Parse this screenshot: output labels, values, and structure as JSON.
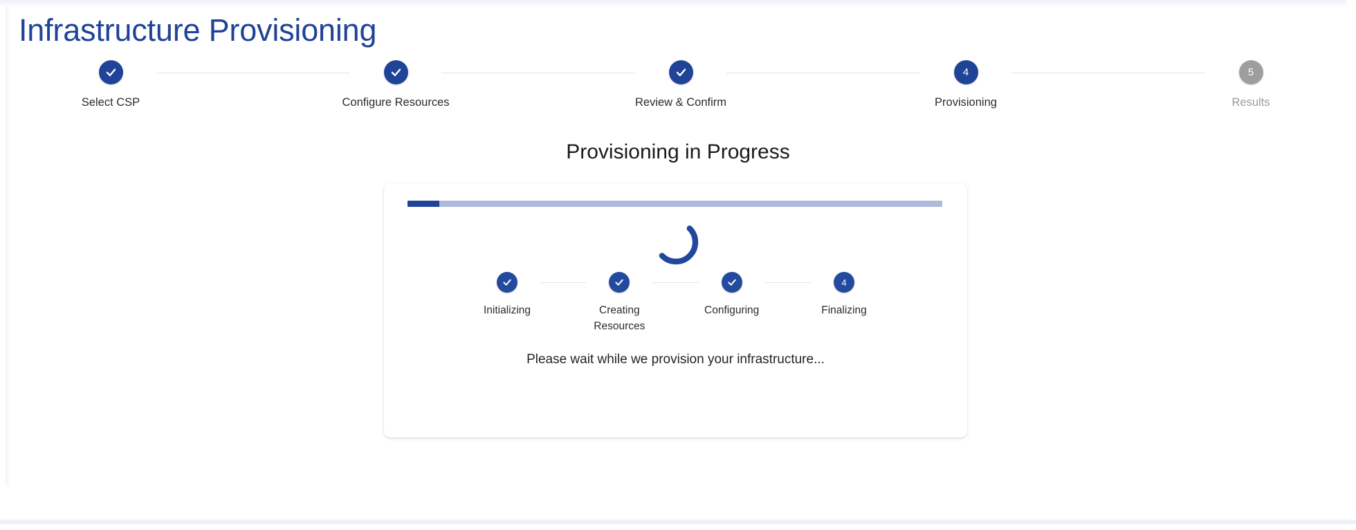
{
  "page": {
    "title": "Infrastructure Provisioning",
    "accent_color": "#1f4396",
    "pending_color": "#9e9e9e"
  },
  "wizard": {
    "steps": [
      {
        "index": "1",
        "label": "Select CSP",
        "state": "complete",
        "marker": "check"
      },
      {
        "index": "2",
        "label": "Configure Resources",
        "state": "complete",
        "marker": "check"
      },
      {
        "index": "3",
        "label": "Review & Confirm",
        "state": "complete",
        "marker": "check"
      },
      {
        "index": "4",
        "label": "Provisioning",
        "state": "active",
        "marker": "4"
      },
      {
        "index": "5",
        "label": "Results",
        "state": "pending",
        "marker": "5"
      }
    ]
  },
  "section": {
    "heading": "Provisioning in Progress"
  },
  "provisioning_card": {
    "progress": {
      "percent": 6,
      "fill_color": "#1f4396",
      "track_color": "#aebbdd",
      "value_label": "6%"
    },
    "spinner": {
      "icon": "loading-spinner-icon",
      "color": "#21489d"
    },
    "sub_steps": [
      {
        "index": "1",
        "label": "Initializing",
        "state": "complete",
        "marker": "check"
      },
      {
        "index": "2",
        "label": "Creating Resources",
        "state": "complete",
        "marker": "check"
      },
      {
        "index": "3",
        "label": "Configuring",
        "state": "complete",
        "marker": "check"
      },
      {
        "index": "4",
        "label": "Finalizing",
        "state": "active",
        "marker": "4"
      }
    ],
    "status_text": "Please wait while we provision your infrastructure..."
  }
}
